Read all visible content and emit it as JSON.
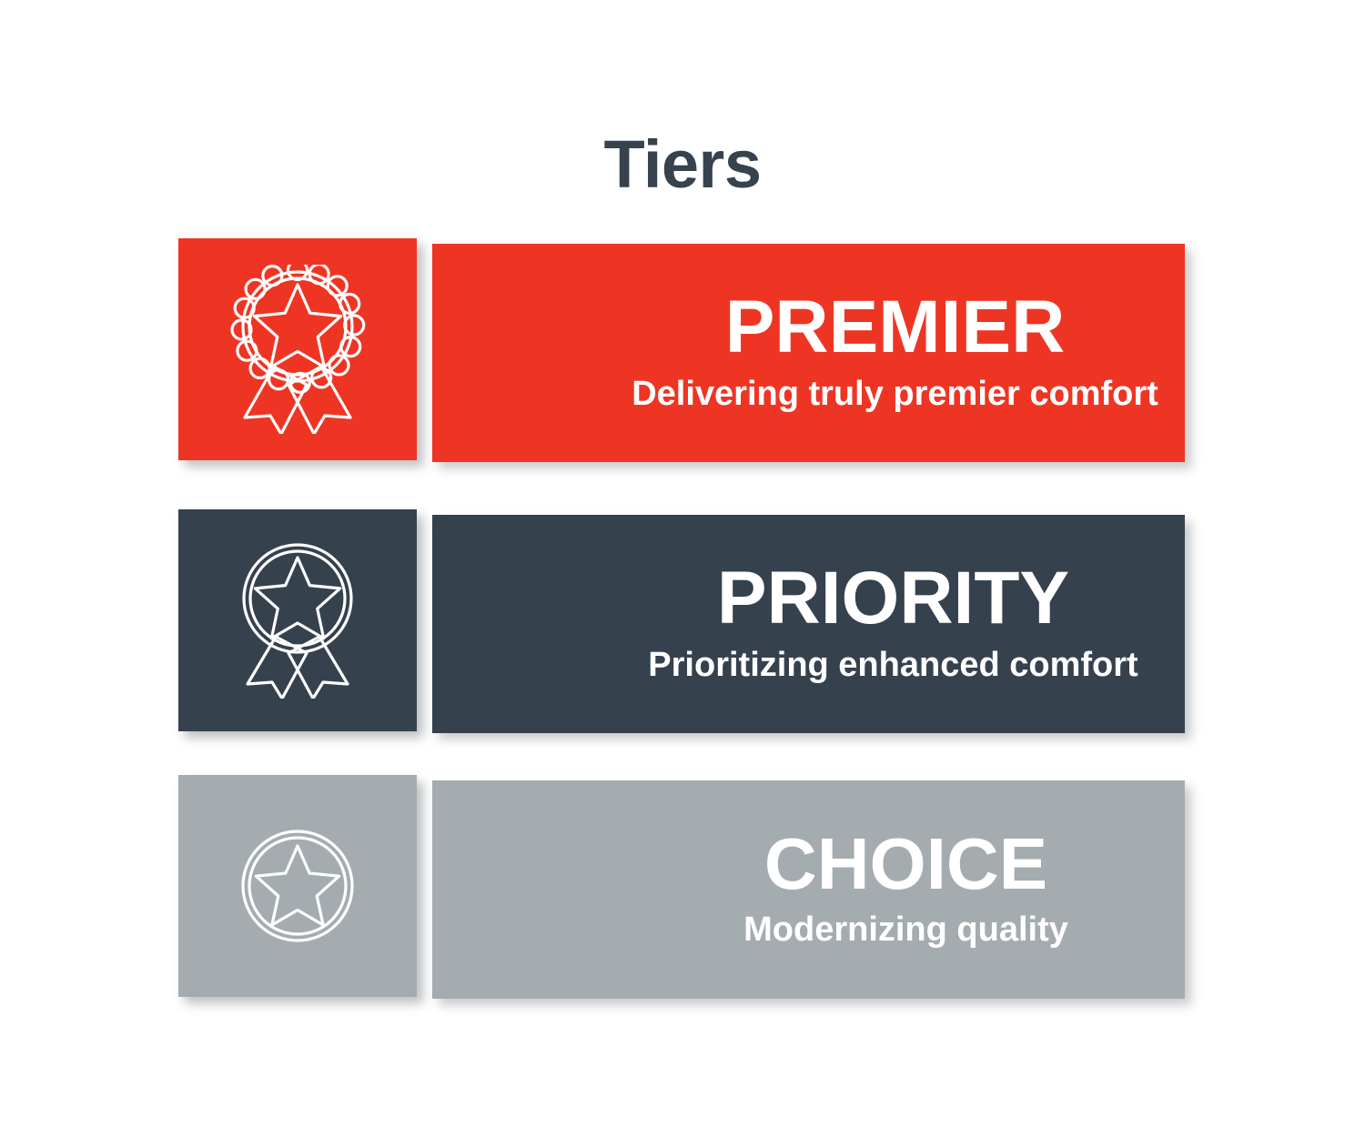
{
  "page": {
    "title": "Tiers",
    "background_color": "#FFFFFF",
    "title_color": "#37424F"
  },
  "tiers": [
    {
      "name": "PREMIER",
      "tagline": "Delivering truly premier comfort",
      "color": "#EE3524",
      "text_color": "#FFFFFF",
      "icon": "award-rosette-ribbon-star-icon",
      "icon_variant": "scalloped-rosette-with-ribbons",
      "rank": 1
    },
    {
      "name": "PRIORITY",
      "tagline": "Prioritizing enhanced comfort",
      "color": "#36414E",
      "text_color": "#FFFFFF",
      "icon": "award-medal-ribbon-star-icon",
      "icon_variant": "double-circle-with-ribbons",
      "rank": 2
    },
    {
      "name": "CHOICE",
      "tagline": "Modernizing quality",
      "color": "#A5ACB0",
      "text_color": "#FFFFFF",
      "icon": "award-circle-star-icon",
      "icon_variant": "double-circle-only",
      "rank": 3
    }
  ]
}
